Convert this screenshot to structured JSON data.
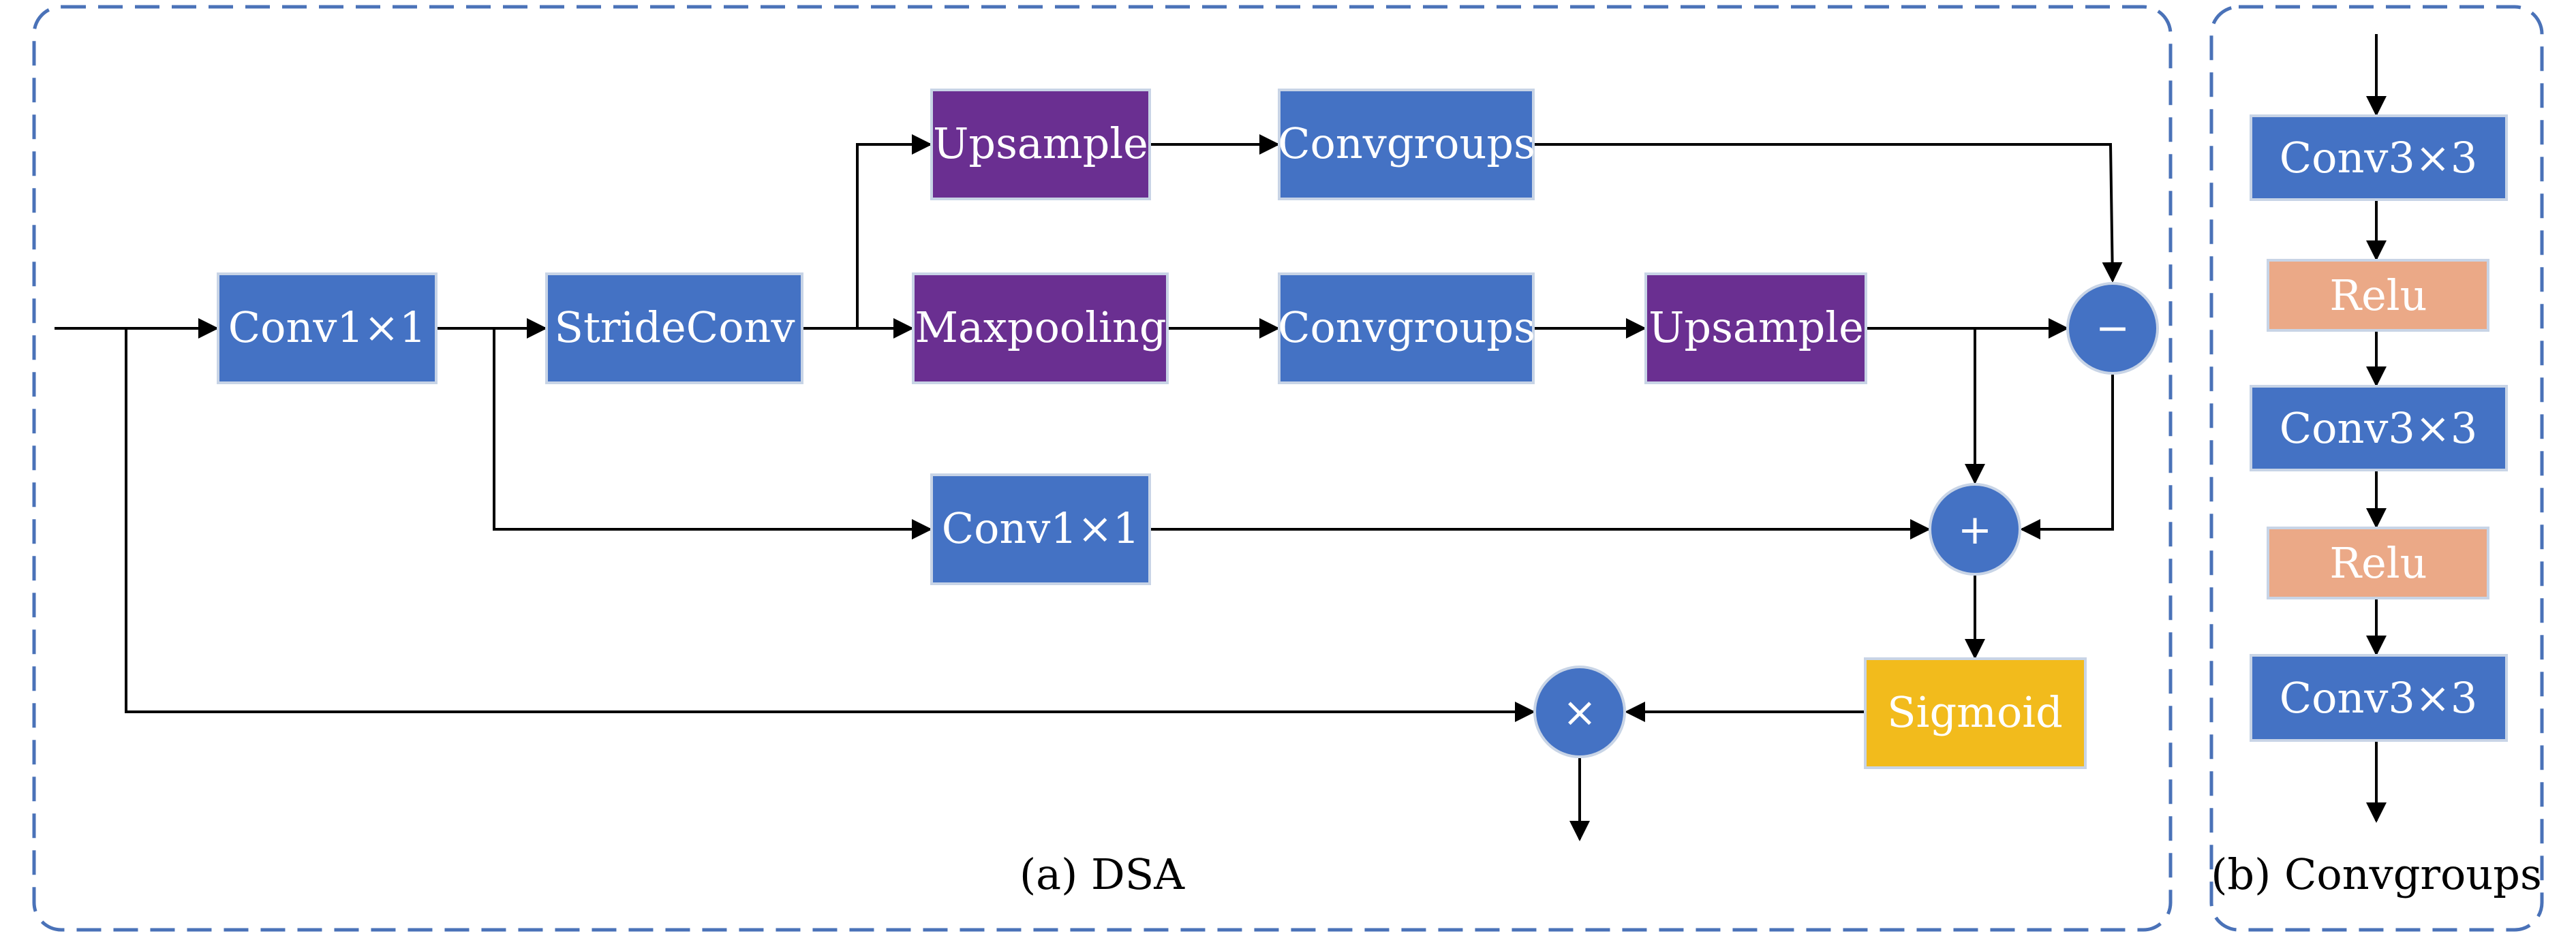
{
  "colors": {
    "conv": "#4472c4",
    "sample": "#6a2f91",
    "relu": "#eba987",
    "sigmoid": "#f2bb1c",
    "op_node": "#4472c4",
    "frame": "#4a72b8",
    "box_border": "#c8d4e6"
  },
  "dsa": {
    "caption": "(a) DSA",
    "conv1x1_a": "Conv1×1",
    "strideconv": "StrideConv",
    "upsample_top": "Upsample",
    "convgroups_top": "Convgroups",
    "maxpooling": "Maxpooling",
    "convgroups_mid": "Convgroups",
    "upsample_mid": "Upsample",
    "conv1x1_b": "Conv1×1",
    "sigmoid": "Sigmoid",
    "minus_op": "−",
    "plus_op": "+",
    "times_op": "×"
  },
  "convgroups": {
    "caption": "(b) Convgroups",
    "conv_1": "Conv3×3",
    "relu_1": "Relu",
    "conv_2": "Conv3×3",
    "relu_2": "Relu",
    "conv_3": "Conv3×3"
  }
}
